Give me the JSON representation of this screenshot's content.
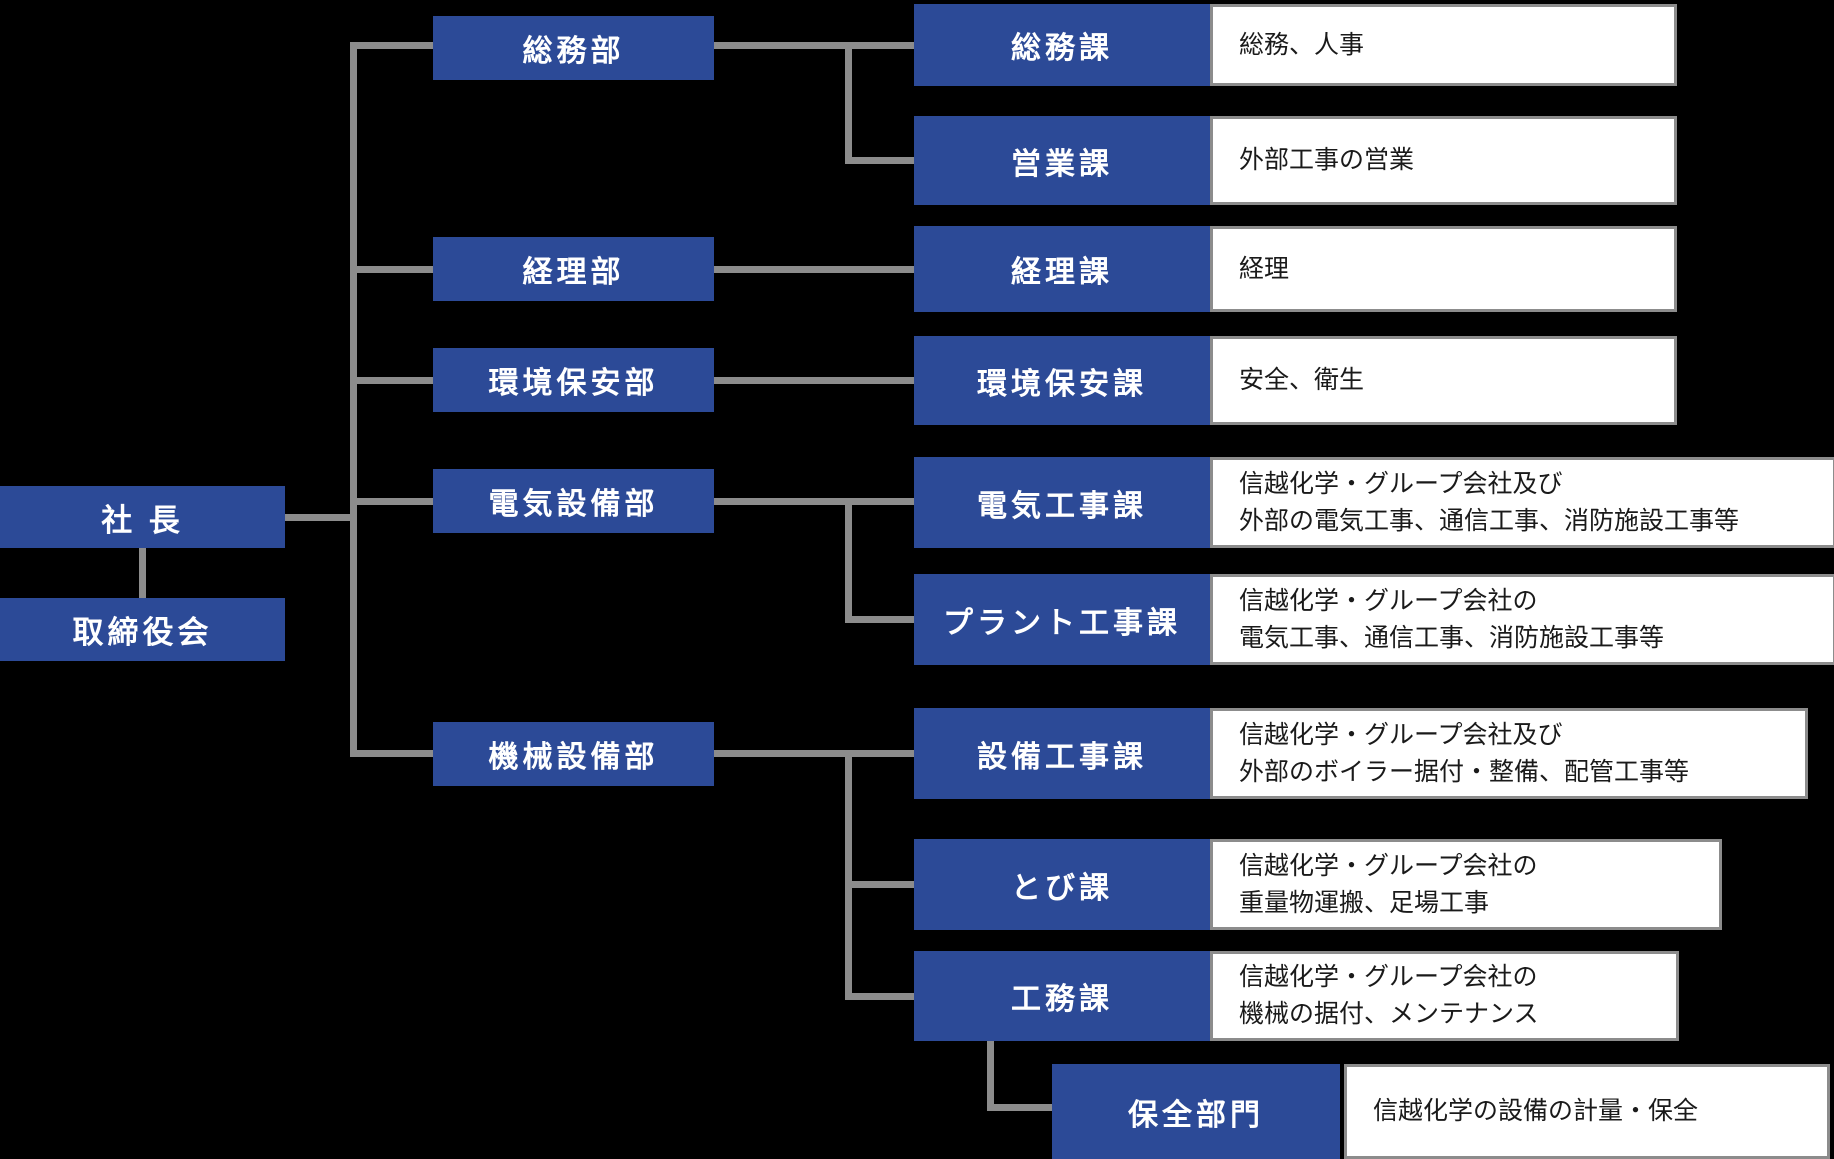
{
  "colors": {
    "background": "#000000",
    "box_blue": "#2c4a97",
    "box_text": "#ffffff",
    "line_gray": "#8c8c8c",
    "desc_text": "#1a1a1a",
    "desc_background": "#ffffff"
  },
  "executive": {
    "president": "社 長",
    "board": "取締役会"
  },
  "departments": [
    {
      "label": "総務部"
    },
    {
      "label": "経理部"
    },
    {
      "label": "環境保安部"
    },
    {
      "label": "電気設備部"
    },
    {
      "label": "機械設備部"
    }
  ],
  "sections": [
    {
      "label": "総務課",
      "desc1": "総務、人事",
      "desc2": ""
    },
    {
      "label": "営業課",
      "desc1": "外部工事の営業",
      "desc2": ""
    },
    {
      "label": "経理課",
      "desc1": "経理",
      "desc2": ""
    },
    {
      "label": "環境保安課",
      "desc1": "安全、衛生",
      "desc2": ""
    },
    {
      "label": "電気工事課",
      "desc1": "信越化学・グループ会社及び",
      "desc2": "外部の電気工事、通信工事、消防施設工事等"
    },
    {
      "label": "プラント工事課",
      "desc1": "信越化学・グループ会社の",
      "desc2": "電気工事、通信工事、消防施設工事等"
    },
    {
      "label": "設備工事課",
      "desc1": "信越化学・グループ会社及び",
      "desc2": "外部のボイラー据付・整備、配管工事等"
    },
    {
      "label": "とび課",
      "desc1": "信越化学・グループ会社の",
      "desc2": "重量物運搬、足場工事"
    },
    {
      "label": "工務課",
      "desc1": "信越化学・グループ会社の",
      "desc2": "機械の据付、メンテナンス"
    },
    {
      "label": "保全部門",
      "desc1": "信越化学の設備の計量・保全",
      "desc2": ""
    }
  ]
}
